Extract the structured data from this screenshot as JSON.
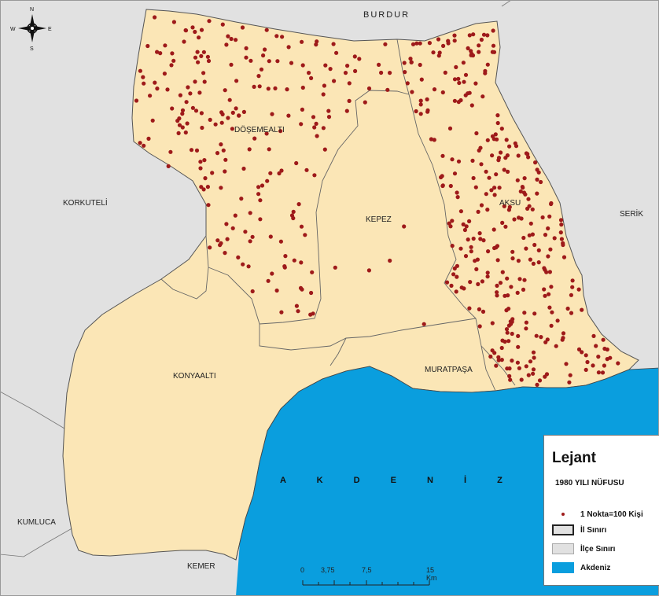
{
  "north_arrow": {
    "n": "N",
    "s": "S",
    "e": "E",
    "w": "W"
  },
  "provinces": {
    "burdur": "BURDUR",
    "korkuteli": "KORKUTELİ",
    "serik": "SERİK",
    "kumluca": "KUMLUCA",
    "kemer": "KEMER"
  },
  "districts": {
    "dosemealti": "DÖŞEMEALTI",
    "aksu": "AKSU",
    "kepez": "KEPEZ",
    "konyaalti": "KONYAALTI",
    "muratpasa": "MURATPAŞA"
  },
  "sea_label": "A K D E N İ Z",
  "legend": {
    "title": "Lejant",
    "subtitle": "1980 YILI NÜFUSU",
    "dot": "1 Nokta=100 Kişi",
    "il": "İl Sınırı",
    "ilce": "İlçe Sınırı",
    "sea": "Akdeniz"
  },
  "scale": {
    "t0": "0",
    "t1": "3,75",
    "t2": "7,5",
    "t3": "15 Km"
  },
  "colors": {
    "study_area": "#fbe6b6",
    "neighbor": "#e1e1e1",
    "sea": "#0a9ede",
    "dot": "#9e1a1a",
    "border": "#666666"
  },
  "dot_value": 100
}
